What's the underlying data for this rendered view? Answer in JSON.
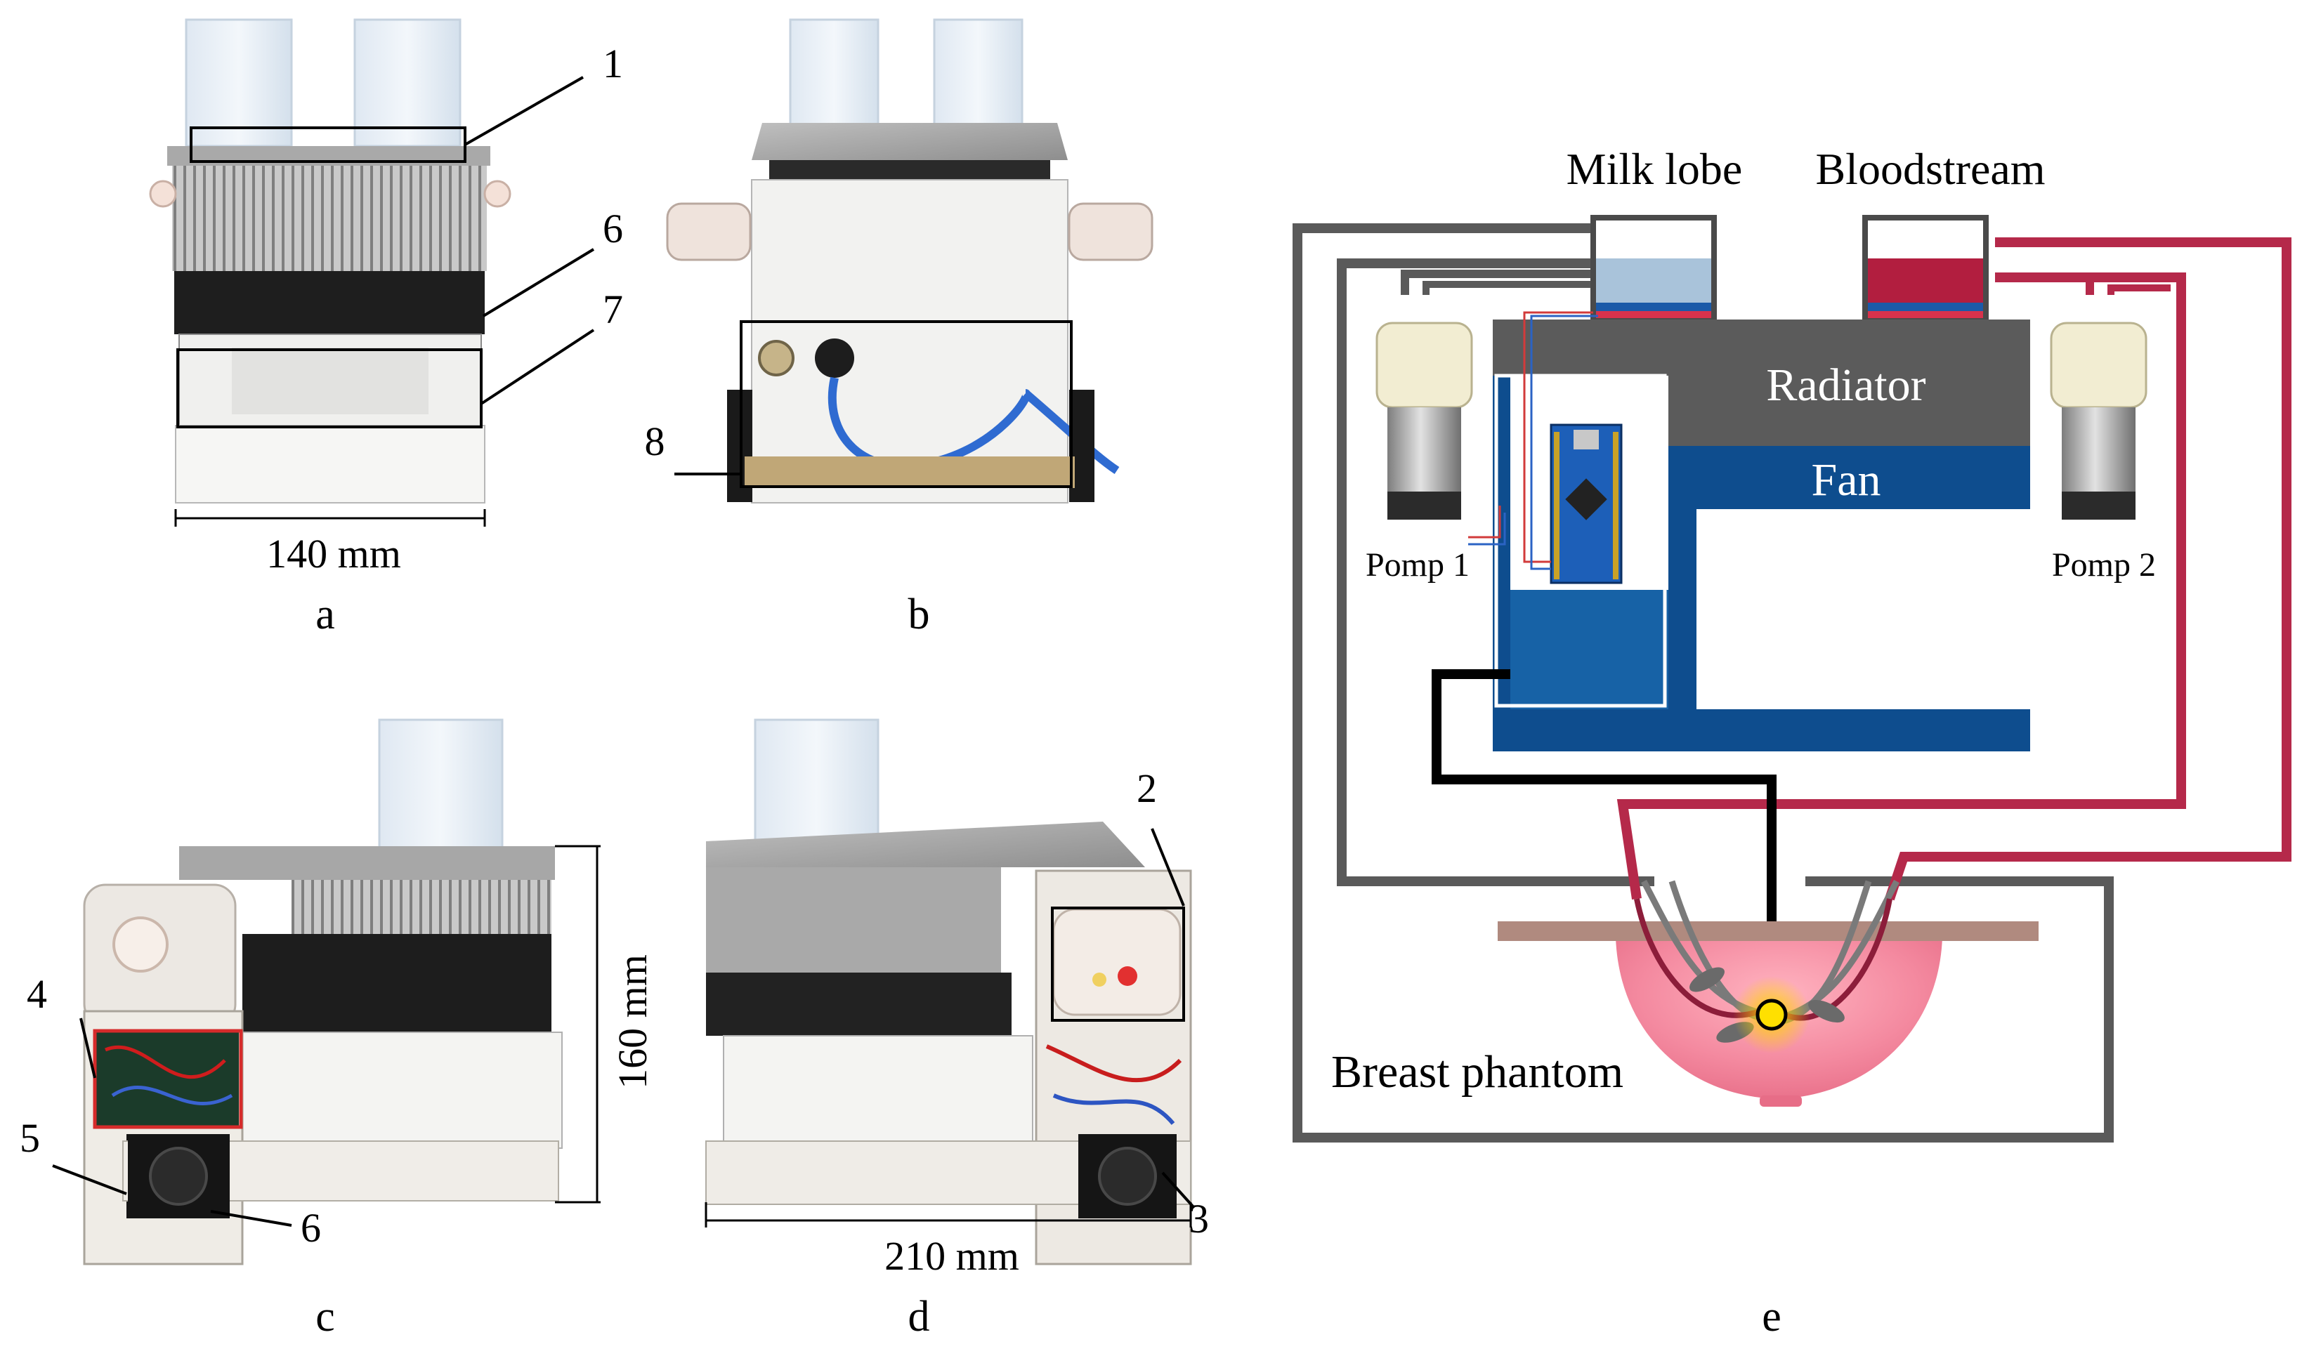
{
  "panels": {
    "a": {
      "letter": "a",
      "dimension": "140 mm",
      "callouts": [
        "1",
        "6",
        "7"
      ]
    },
    "b": {
      "letter": "b",
      "callouts": [
        "8"
      ]
    },
    "c": {
      "letter": "c",
      "dimension": "160 mm",
      "callouts": [
        "4",
        "5",
        "6"
      ]
    },
    "d": {
      "letter": "d",
      "dimension": "210 mm",
      "callouts": [
        "2",
        "3"
      ]
    },
    "e": {
      "letter": "e",
      "labels": {
        "milk_lobe": "Milk lobe",
        "bloodstream": "Bloodstream",
        "radiator": "Radiator",
        "fan": "Fan",
        "pump1": "Pomp 1",
        "pump2": "Pomp 2",
        "breast_phantom": "Breast phantom"
      }
    }
  },
  "colors": {
    "tube_gray": "#5a5a5a",
    "tube_red": "#b5294a",
    "tube_black": "#000000",
    "radiator": "#5b5b5b",
    "fan": "#0e4d8e",
    "milk_fill": "#a9c3da",
    "blood_fill": "#b21e3f",
    "phantom": "#f28a9e",
    "skin": "#b08a7f"
  }
}
